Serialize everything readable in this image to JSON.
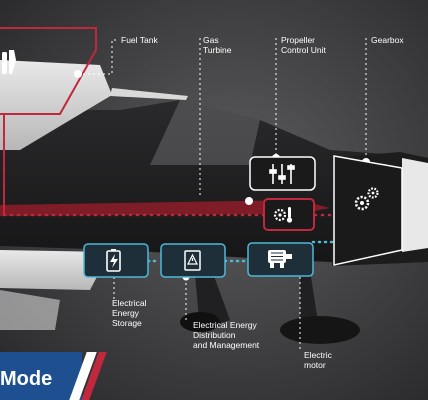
{
  "labels": {
    "fuel_tank": "Fuel Tank",
    "gas_turbine": "Gas\nTurbine",
    "propeller_control_unit": "Propeller\nControl Unit",
    "gearbox": "Gearbox",
    "electrical_energy_storage": "Electrical\nEnergy\nStorage",
    "electrical_energy_distribution": "Electrical Energy\nDistribution\nand Management",
    "electric_motor": "Electric\nmotor"
  },
  "banner": {
    "text": "Mode"
  },
  "icons": {
    "fuel_tank": "fuel-nozzle-icon",
    "propeller_control_unit": "sliders-icon",
    "gas_turbine": "gear-thermometer-icon",
    "gearbox": "gears-icon",
    "electrical_energy_storage": "battery-icon",
    "electrical_energy_distribution": "warning-panel-icon",
    "electric_motor": "motor-icon"
  },
  "colors": {
    "fossil_path": "#c0283d",
    "electric_path": "#4fb8d8",
    "banner": "#1d4f91"
  }
}
